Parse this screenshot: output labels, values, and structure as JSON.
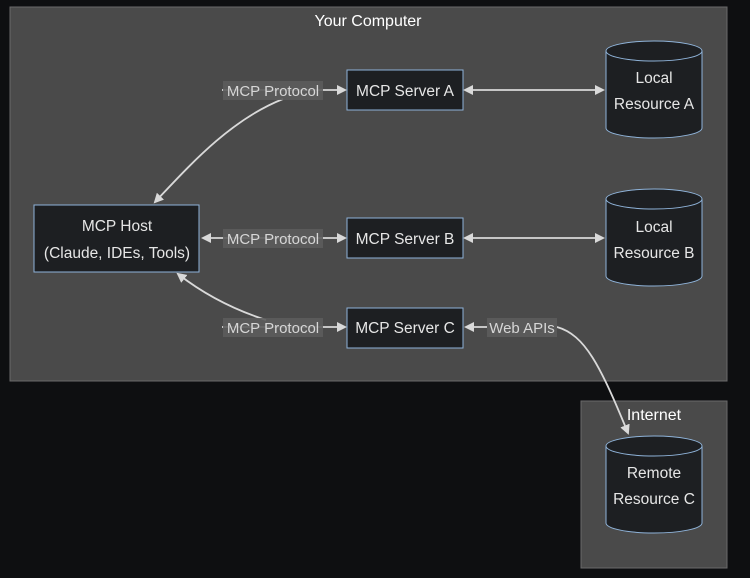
{
  "colors": {
    "background": "#0e0f11",
    "cluster_fill": "#4a4a4a",
    "cluster_border": "#6a6a6a",
    "node_fill": "#1d1f22",
    "node_border": "#8fb3d9",
    "edge": "#d9d9d9",
    "edge_label_bg": "#5c5c5c"
  },
  "clusters": {
    "your_computer": {
      "title": "Your Computer"
    },
    "internet": {
      "title": "Internet"
    }
  },
  "nodes": {
    "host": {
      "line1": "MCP Host",
      "line2": "(Claude, IDEs, Tools)",
      "shape": "rectangle"
    },
    "server_a": {
      "label": "MCP Server A",
      "shape": "rectangle"
    },
    "server_b": {
      "label": "MCP Server B",
      "shape": "rectangle"
    },
    "server_c": {
      "label": "MCP Server C",
      "shape": "rectangle"
    },
    "resource_a": {
      "line1": "Local",
      "line2": "Resource A",
      "shape": "cylinder"
    },
    "resource_b": {
      "line1": "Local",
      "line2": "Resource B",
      "shape": "cylinder"
    },
    "resource_c": {
      "line1": "Remote",
      "line2": "Resource C",
      "shape": "cylinder"
    }
  },
  "edges": {
    "host_server_a": {
      "label": "MCP Protocol"
    },
    "host_server_b": {
      "label": "MCP Protocol"
    },
    "host_server_c": {
      "label": "MCP Protocol"
    },
    "server_a_resource_a": {
      "label": ""
    },
    "server_b_resource_b": {
      "label": ""
    },
    "server_c_resource_c": {
      "label": "Web APIs"
    }
  }
}
